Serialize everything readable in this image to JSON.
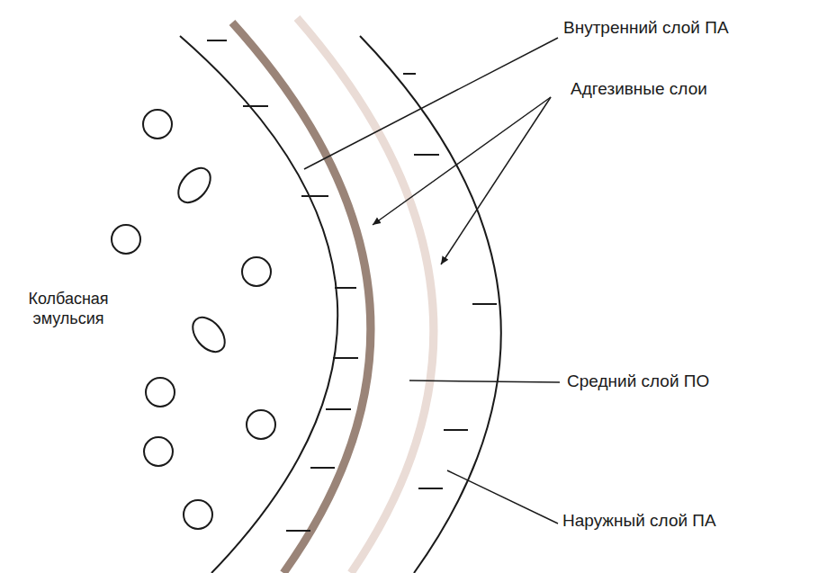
{
  "diagram": {
    "labels": [
      "Внутренний слой ПА",
      "Адгезивные слои",
      "Колбасная эмульсия",
      "Средний слой ПО",
      "Наружный слой ПА"
    ]
  }
}
